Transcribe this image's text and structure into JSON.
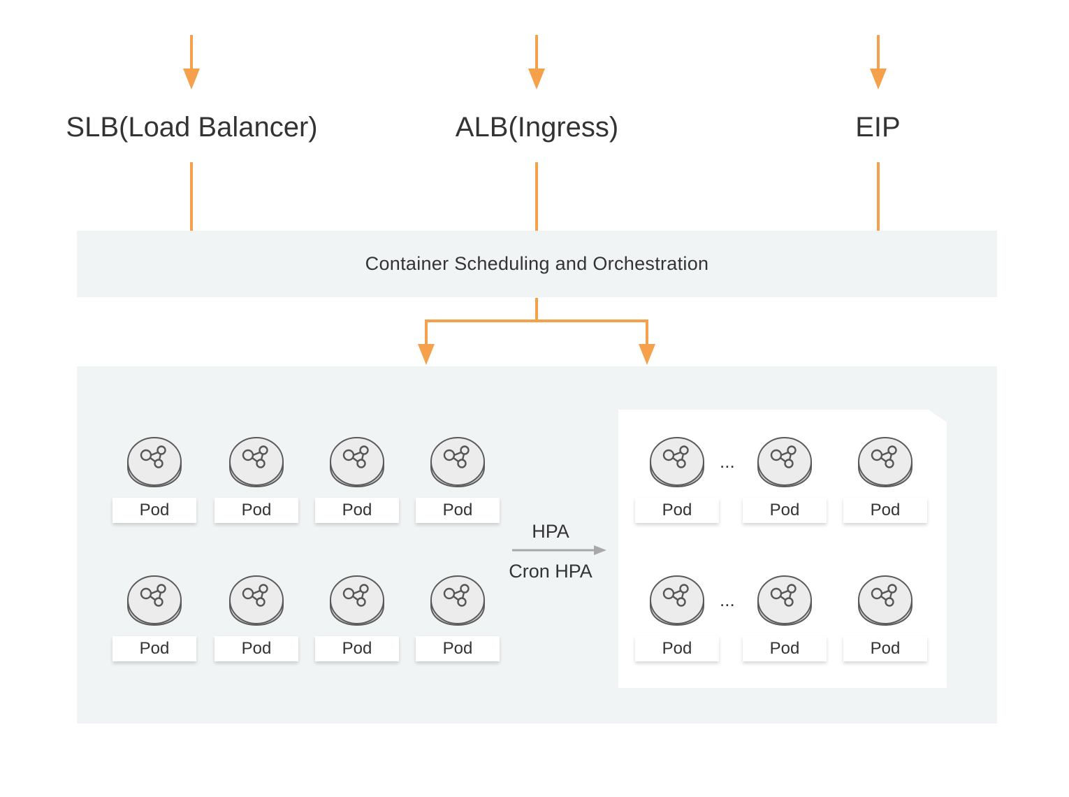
{
  "entry_points": [
    {
      "label": "SLB(Load Balancer)"
    },
    {
      "label": "ALB(Ingress)"
    },
    {
      "label": "EIP"
    }
  ],
  "scheduler": {
    "label": "Container Scheduling and Orchestration"
  },
  "pod_label": "Pod",
  "left_pods": {
    "rows": [
      [
        "Pod",
        "Pod",
        "Pod",
        "Pod"
      ],
      [
        "Pod",
        "Pod",
        "Pod",
        "Pod"
      ]
    ]
  },
  "scaling": {
    "hpa_label": "HPA",
    "cron_hpa_label": "Cron HPA"
  },
  "right_pods": {
    "ellipsis": "...",
    "rows": [
      [
        "Pod",
        "Pod",
        "Pod"
      ],
      [
        "Pod",
        "Pod",
        "Pod"
      ]
    ]
  },
  "colors": {
    "arrow": "#f5a04a",
    "panel_fill": "#f1f4f5",
    "card_fill": "#ffffff",
    "text": "#333333",
    "hpa_arrow": "#a8a8a8"
  },
  "icons": {
    "pod": "pod-network-icon"
  }
}
